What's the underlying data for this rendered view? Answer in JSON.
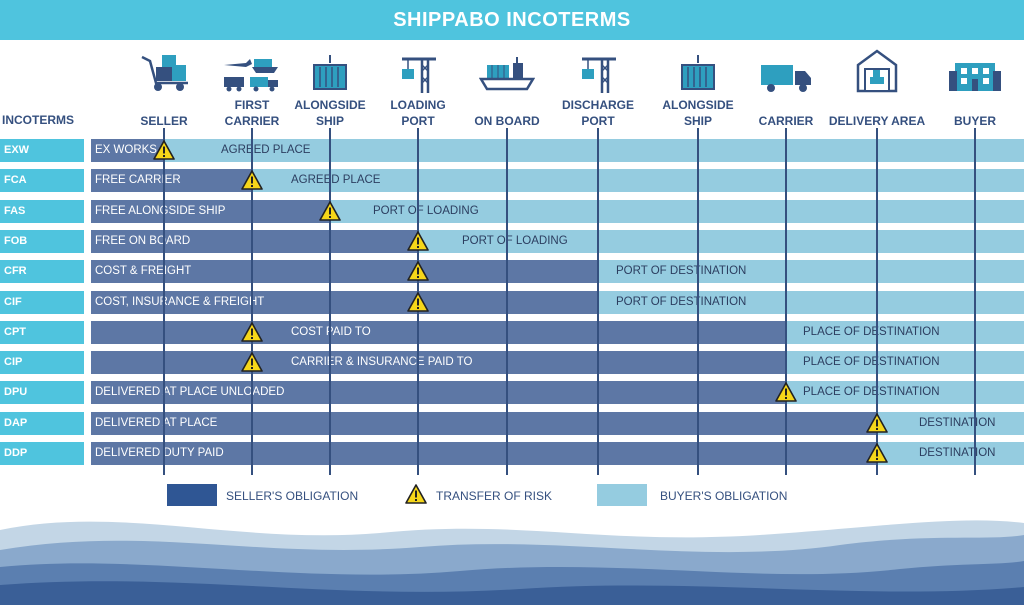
{
  "title": "SHIPPABO INCOTERMS",
  "incoterms_header": "INCOTERMS",
  "stages": [
    {
      "id": "seller",
      "line1": "",
      "line2": "SELLER",
      "icon": "dolly-boxes-icon"
    },
    {
      "id": "first-carrier",
      "line1": "FIRST",
      "line2": "CARRIER",
      "icon": "transport-modes-icon"
    },
    {
      "id": "alongside-ship-1",
      "line1": "ALONGSIDE",
      "line2": "SHIP",
      "icon": "container-icon"
    },
    {
      "id": "loading-port",
      "line1": "LOADING",
      "line2": "PORT",
      "icon": "port-crane-icon"
    },
    {
      "id": "on-board",
      "line1": "",
      "line2": "ON BOARD",
      "icon": "cargo-ship-icon"
    },
    {
      "id": "discharge-port",
      "line1": "DISCHARGE",
      "line2": "PORT",
      "icon": "port-crane-icon"
    },
    {
      "id": "alongside-ship-2",
      "line1": "ALONGSIDE",
      "line2": "SHIP",
      "icon": "container-icon"
    },
    {
      "id": "carrier",
      "line1": "",
      "line2": "CARRIER",
      "icon": "truck-icon"
    },
    {
      "id": "delivery-area",
      "line1": "",
      "line2": "DELIVERY AREA",
      "icon": "warehouse-icon"
    },
    {
      "id": "buyer",
      "line1": "",
      "line2": "BUYER",
      "icon": "buyer-building-icon"
    }
  ],
  "rows": [
    {
      "code": "EXW",
      "seller_label": "EX WORKS",
      "risk_stage": "seller",
      "buyer_label": "AGREED PLACE"
    },
    {
      "code": "FCA",
      "seller_label": "FREE CARRIER",
      "risk_stage": "first-carrier",
      "buyer_label": "AGREED PLACE"
    },
    {
      "code": "FAS",
      "seller_label": "FREE ALONGSIDE SHIP",
      "risk_stage": "alongside-ship-1",
      "buyer_label": "PORT OF LOADING"
    },
    {
      "code": "FOB",
      "seller_label": "FREE ON BOARD",
      "risk_stage": "loading-port",
      "buyer_label": "PORT OF LOADING"
    },
    {
      "code": "CFR",
      "seller_label": "COST & FREIGHT",
      "risk_stage": "loading-port",
      "buyer_label": "PORT OF DESTINATION"
    },
    {
      "code": "CIF",
      "seller_label": "COST, INSURANCE & FREIGHT",
      "risk_stage": "loading-port",
      "buyer_label": "PORT OF DESTINATION"
    },
    {
      "code": "CPT",
      "seller_label": "",
      "risk_stage": "first-carrier",
      "buyer_label": "COST PAID TO",
      "dest_label": "PLACE OF DESTINATION"
    },
    {
      "code": "CIP",
      "seller_label": "",
      "risk_stage": "first-carrier",
      "buyer_label": "CARRIER & INSURANCE PAID TO",
      "dest_label": "PLACE OF DESTINATION"
    },
    {
      "code": "DPU",
      "seller_label": "DELIVERED AT PLACE UNLOADED",
      "risk_stage": "carrier",
      "buyer_label": "PLACE OF DESTINATION"
    },
    {
      "code": "DAP",
      "seller_label": "DELIVERED AT PLACE",
      "risk_stage": "delivery-area",
      "buyer_label": "DESTINATION"
    },
    {
      "code": "DDP",
      "seller_label": "DELIVERED DUTY PAID",
      "risk_stage": "delivery-area",
      "buyer_label": "DESTINATION"
    }
  ],
  "legend": {
    "seller": "SELLER'S OBLIGATION",
    "risk": "TRANSFER OF RISK",
    "buyer": "BUYER'S OBLIGATION"
  },
  "colors": {
    "header": "#4fc4de",
    "seller": "#5d77a5",
    "seller_legend": "#2f5694",
    "buyer": "#95cce0",
    "text_dark": "#35507f",
    "warning": "#f6d619"
  }
}
